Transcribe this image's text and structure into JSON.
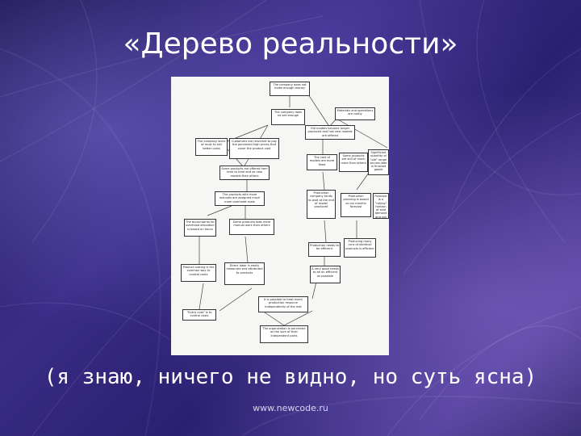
{
  "slide": {
    "title": "«Дерево реальности»",
    "subtitle": "(я знаю, ничего не видно, но суть ясна)",
    "footer": "www.newcode.ru"
  },
  "diagram": {
    "nodes": [
      {
        "text": "The company does not make enough money"
      },
      {
        "text": "The company does no sell enough"
      },
      {
        "text": "Materials and operations are costly"
      },
      {
        "text": "Old models become longer produced and has new models are offered"
      },
      {
        "text": "The company lacks of must to sell better costs"
      },
      {
        "text": "Customers are reluctant to pay the perceived high prices that cover the product cost"
      },
      {
        "text": "Some products are offered from time to time and as new models than others"
      },
      {
        "text": "The cost of models are more fixed"
      },
      {
        "text": "Significant quantity of \"old\" range accumulate in finished goods"
      },
      {
        "text": "Some products are still of much more than others"
      },
      {
        "text": "The products with more manuals are assigned much more overhead costs"
      },
      {
        "text": "Production company tends to wait at the end of model produced"
      },
      {
        "text": "Production planning is based on six months forecast"
      },
      {
        "text": "Forecast is a \"rolling\" horizon of sold demand and not in scope"
      },
      {
        "text": "The accountants for overhead allocation is based on hours"
      },
      {
        "text": "Some products take more manual work than others"
      },
      {
        "text": "Production needs to be efficient"
      },
      {
        "text": "Producing many runs of identical products is efficient"
      },
      {
        "text": "Product costing is the common way to control costs"
      },
      {
        "text": "Direct labor is easily measured and attributed to products"
      },
      {
        "text": "A very good needs to be on efficient as possible"
      },
      {
        "text": "\"Every cost\" is to control costs"
      },
      {
        "text": "It is possible to treat every production resource independently of the rest"
      },
      {
        "text": "The organization is perceived as the sum of their independent parts"
      }
    ]
  }
}
